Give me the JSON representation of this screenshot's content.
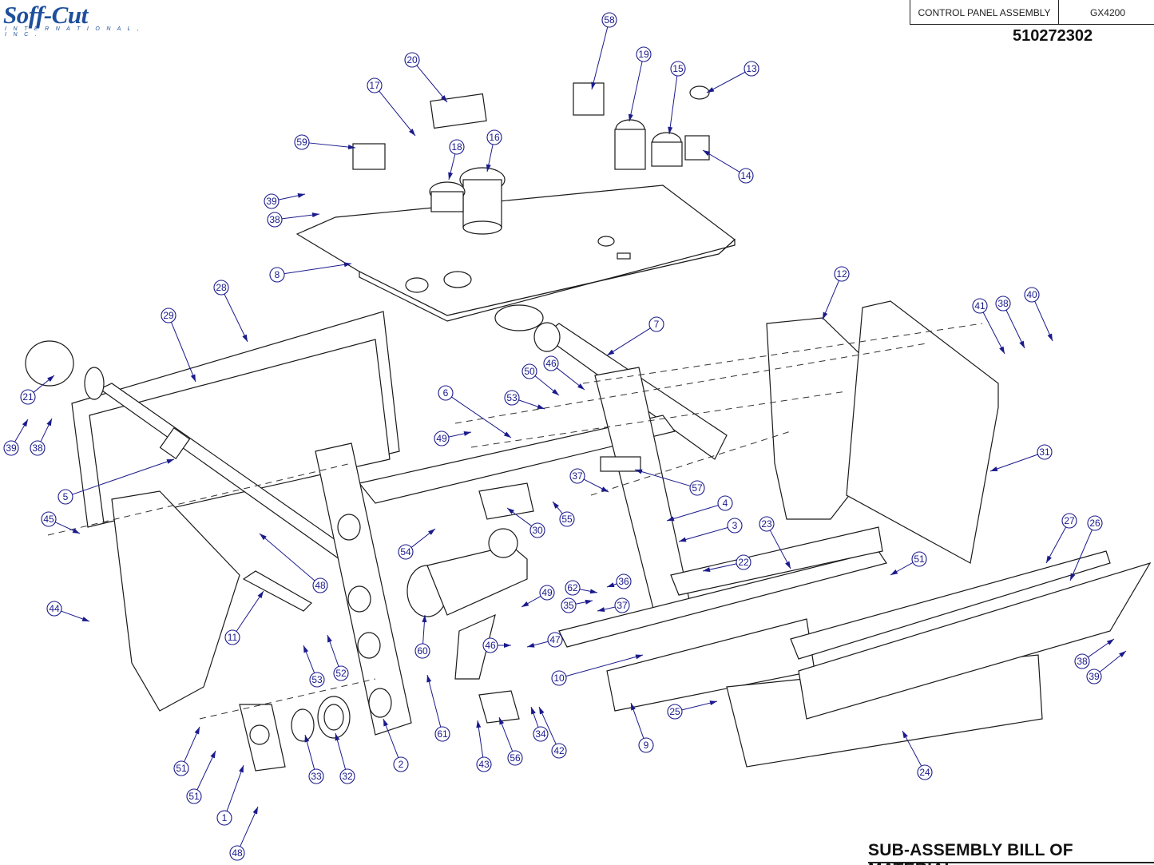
{
  "logo": {
    "wordmark": "SOFF-CUT",
    "subtext": "INTERNATIONAL, INC."
  },
  "title_block": {
    "assembly": "CONTROL PANEL ASSEMBLY",
    "model": "GX4200"
  },
  "part_number": "510272302",
  "bom_heading": "SUB-ASSEMBLY BILL OF MATERIAL",
  "callouts": [
    {
      "id": "c58",
      "label": "58"
    },
    {
      "id": "c20",
      "label": "20"
    },
    {
      "id": "c19",
      "label": "19"
    },
    {
      "id": "c15",
      "label": "15"
    },
    {
      "id": "c13",
      "label": "13"
    },
    {
      "id": "c17",
      "label": "17"
    },
    {
      "id": "c59",
      "label": "59"
    },
    {
      "id": "c18",
      "label": "18"
    },
    {
      "id": "c16",
      "label": "16"
    },
    {
      "id": "c14",
      "label": "14"
    },
    {
      "id": "c39a",
      "label": "39"
    },
    {
      "id": "c38a",
      "label": "38"
    },
    {
      "id": "c8",
      "label": "8"
    },
    {
      "id": "c28",
      "label": "28"
    },
    {
      "id": "c29",
      "label": "29"
    },
    {
      "id": "c12",
      "label": "12"
    },
    {
      "id": "c41",
      "label": "41"
    },
    {
      "id": "c38b",
      "label": "38"
    },
    {
      "id": "c40",
      "label": "40"
    },
    {
      "id": "c7",
      "label": "7"
    },
    {
      "id": "c21",
      "label": "21"
    },
    {
      "id": "c50",
      "label": "50"
    },
    {
      "id": "c46a",
      "label": "46"
    },
    {
      "id": "c6",
      "label": "6"
    },
    {
      "id": "c53a",
      "label": "53"
    },
    {
      "id": "c39b",
      "label": "39"
    },
    {
      "id": "c38c",
      "label": "38"
    },
    {
      "id": "c49a",
      "label": "49"
    },
    {
      "id": "c31",
      "label": "31"
    },
    {
      "id": "c5",
      "label": "5"
    },
    {
      "id": "c37a",
      "label": "37"
    },
    {
      "id": "c57",
      "label": "57"
    },
    {
      "id": "c4",
      "label": "4"
    },
    {
      "id": "c45",
      "label": "45"
    },
    {
      "id": "c30",
      "label": "30"
    },
    {
      "id": "c55",
      "label": "55"
    },
    {
      "id": "c3",
      "label": "3"
    },
    {
      "id": "c23",
      "label": "23"
    },
    {
      "id": "c27",
      "label": "27"
    },
    {
      "id": "c26",
      "label": "26"
    },
    {
      "id": "c54",
      "label": "54"
    },
    {
      "id": "c51a",
      "label": "51"
    },
    {
      "id": "c48a",
      "label": "48"
    },
    {
      "id": "c22",
      "label": "22"
    },
    {
      "id": "c36",
      "label": "36"
    },
    {
      "id": "c62",
      "label": "62"
    },
    {
      "id": "c49b",
      "label": "49"
    },
    {
      "id": "c44",
      "label": "44"
    },
    {
      "id": "c35",
      "label": "35"
    },
    {
      "id": "c37b",
      "label": "37"
    },
    {
      "id": "c11",
      "label": "11"
    },
    {
      "id": "c60",
      "label": "60"
    },
    {
      "id": "c46b",
      "label": "46"
    },
    {
      "id": "c47",
      "label": "47"
    },
    {
      "id": "c38d",
      "label": "38"
    },
    {
      "id": "c53b",
      "label": "53"
    },
    {
      "id": "c52",
      "label": "52"
    },
    {
      "id": "c10",
      "label": "10"
    },
    {
      "id": "c39c",
      "label": "39"
    },
    {
      "id": "c25",
      "label": "25"
    },
    {
      "id": "c61",
      "label": "61"
    },
    {
      "id": "c34",
      "label": "34"
    },
    {
      "id": "c9",
      "label": "9"
    },
    {
      "id": "c51b",
      "label": "51"
    },
    {
      "id": "c42",
      "label": "42"
    },
    {
      "id": "c24",
      "label": "24"
    },
    {
      "id": "c2",
      "label": "2"
    },
    {
      "id": "c56",
      "label": "56"
    },
    {
      "id": "c43",
      "label": "43"
    },
    {
      "id": "c51c",
      "label": "51"
    },
    {
      "id": "c33",
      "label": "33"
    },
    {
      "id": "c32",
      "label": "32"
    },
    {
      "id": "c1",
      "label": "1"
    },
    {
      "id": "c48b",
      "label": "48"
    }
  ]
}
